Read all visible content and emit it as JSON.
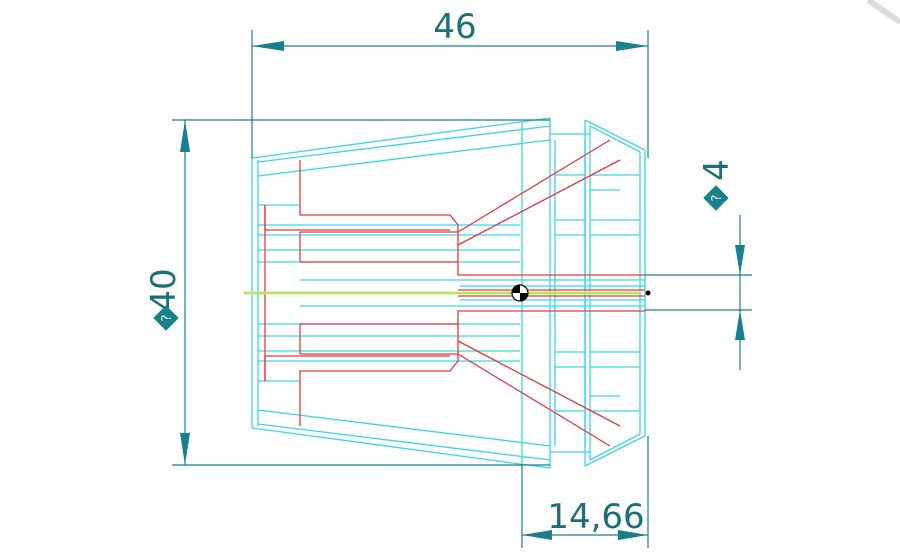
{
  "dimensions": {
    "overall_length": "46",
    "outer_diameter": "40",
    "bore_diameter": "4",
    "nose_length": "14,66",
    "diameter_glyph": "?"
  },
  "colors": {
    "dimension": "#1a7f8c",
    "outline": "#3ad6e6",
    "hidden": "#e53a3a",
    "centerline": "#c8f27a",
    "background": "#ffffff"
  },
  "icons": {
    "origin_marker": "origin-quadrant-icon"
  }
}
